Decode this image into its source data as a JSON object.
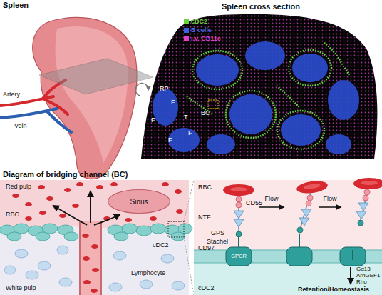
{
  "diagram": {
    "nodes": [
      {
        "text": [
          "Spleen cross section"
        ]
      },
      {
        "text": [
          "Diagram of bridging channel (BC)"
        ]
      },
      {
        "text": [
          "Sinus"
        ],
        "in": 1
      }
    ],
    "labels": [
      "Spleen",
      "Artery",
      "Vein",
      "RP",
      "F",
      "F",
      "T",
      "BC",
      "F",
      "F",
      "Red pulp",
      "RBC",
      "cDC2",
      "Lymphocyte",
      "White pulp",
      "RBC",
      "CD55",
      "NTF",
      "GPS",
      "Stachel",
      "CD97",
      "GPCR",
      "Flow",
      "Flow",
      "cDC2",
      "Gα13",
      "ArhGEF1",
      "Rho",
      "Retention/Homeostasis"
    ],
    "legend": [
      {
        "text": "cDC2",
        "color": "#66d43a"
      },
      {
        "text": "B cells",
        "color": "#3b5fe0"
      },
      {
        "text": "i.v. CD11c",
        "color": "#e040c8"
      }
    ]
  }
}
